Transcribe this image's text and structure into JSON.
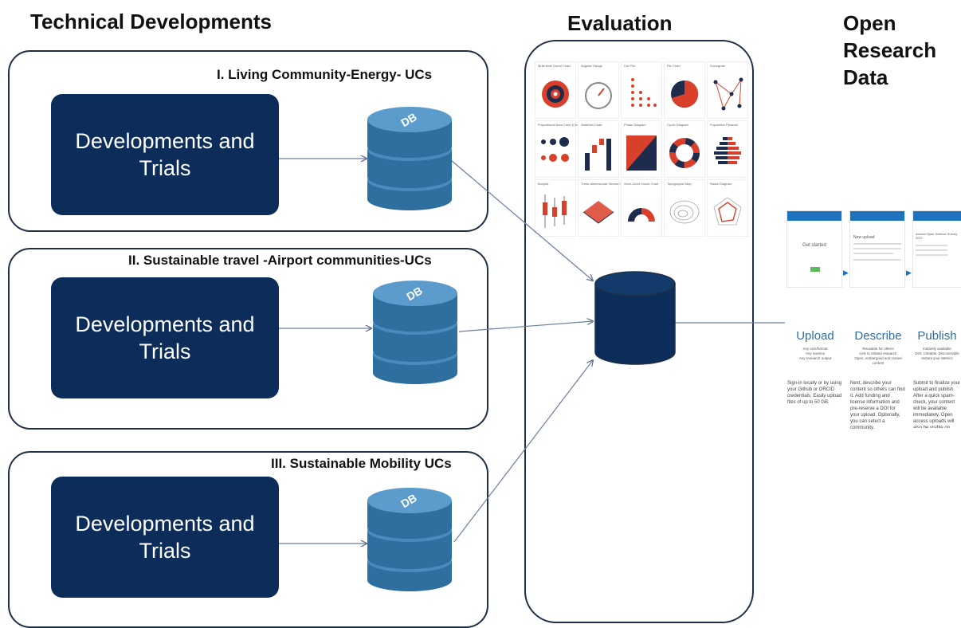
{
  "headings": {
    "technical": "Technical Developments",
    "evaluation": "Evaluation",
    "open_research": [
      "Open",
      "Research",
      "Data"
    ]
  },
  "use_cases": [
    {
      "title": "I. Living Community-Energy- UCs",
      "box_lines": [
        "Developments and",
        "Trials"
      ],
      "db_label": "DB"
    },
    {
      "title": "II. Sustainable travel -Airport communities-UCs",
      "box_lines": [
        "Developments and",
        "Trials"
      ],
      "db_label": "DB"
    },
    {
      "title": "III. Sustainable Mobility UCs",
      "box_lines": [
        "Developments and",
        "Trials"
      ],
      "db_label": "DB"
    }
  ],
  "evaluation_charts": [
    "Multi-level Donut Chart",
    "Angular Gauge",
    "Dot Plot",
    "Pie Chart",
    "Sociogram",
    "Proportional Area Chart (Circle)",
    "Waterfall Chart",
    "Phase Diagram",
    "Cyclic Diagram",
    "Population Pyramid",
    "Boxplot",
    "Three-dimensional Stream Graph",
    "Semi-Circle Donut Chart",
    "Topographic Map",
    "Radar Diagram"
  ],
  "zenodo": {
    "steps": [
      {
        "title": "Upload",
        "small": [
          "Any size/format",
          "Any science",
          "Any research output"
        ],
        "desc": "Sign-in locally or by using your Github or ORCID credentials. Easily upload files of up to 50 GB."
      },
      {
        "title": "Describe",
        "small": [
          "Reusable for others",
          "Link to related research",
          "Open, embargoed and closed content"
        ],
        "desc": "Next, describe your content so others can find it. Add funding and license information and pre-reserve a DOI for your upload. Optionally, you can select a community."
      },
      {
        "title": "Publish",
        "small": [
          "Instantly available",
          "DOI: Citeable, Discoverable",
          "Instant your Metrics"
        ],
        "desc": "Submit to finalize your upload and publish. After a quick spam-check, your content will be available immediately. Open access uploads will also be visible on Zenodo's front-page."
      }
    ],
    "shot_labels": [
      "Get started",
      "New upload",
      "Annual Open Science Survey 2017"
    ]
  },
  "colors": {
    "dev_box": "#0c2d5a",
    "db_light": "#3e7fb1",
    "db_dark": "#0c2d5a",
    "connector": "#6b7f9f",
    "zenodo_blue": "#1e73be",
    "chart_red": "#d9402b",
    "chart_navy": "#1d2c4c"
  }
}
